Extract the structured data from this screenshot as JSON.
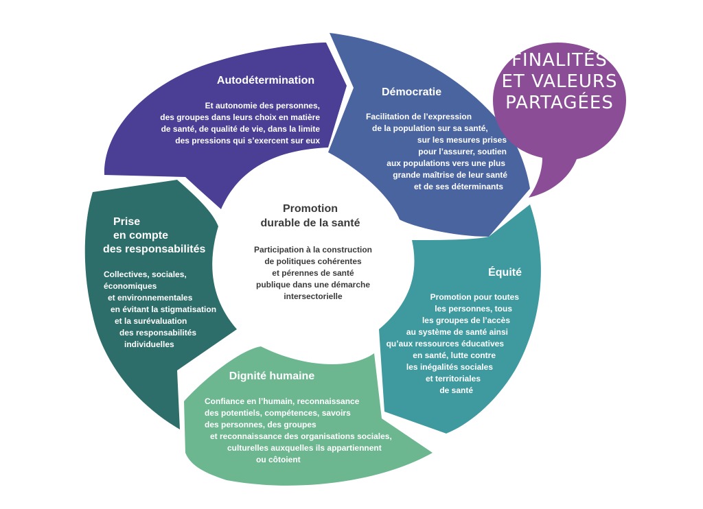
{
  "colors": {
    "autodetermination": "#4a3f94",
    "democratie": "#4a64a0",
    "equite": "#3f9aa0",
    "dignite": "#6cb790",
    "responsabilites": "#2e6e6a",
    "bubble": "#8b4d96",
    "center_text": "#3a3a3a"
  },
  "bubble": {
    "lines": [
      "FINALITÉS",
      "ET VALEURS",
      "PARTAGÉES"
    ]
  },
  "center": {
    "title_lines": [
      "Promotion",
      "durable de la santé"
    ],
    "body_lines": [
      "Participation à la construction",
      "de politiques cohérentes",
      "et pérennes de santé",
      "publique dans une démarche",
      "intersectorielle"
    ]
  },
  "segments": {
    "autodetermination": {
      "title_lines": [
        "Autodétermination"
      ],
      "body_lines": [
        "Et autonomie des personnes,",
        "des groupes dans leurs choix en matière",
        "de santé, de qualité de vie, dans la limite",
        "des pressions qui s’exercent sur eux"
      ]
    },
    "democratie": {
      "title_lines": [
        "Démocratie"
      ],
      "body_lines": [
        "Facilitation de l’expression",
        "de la population sur sa santé,",
        "sur les mesures prises",
        "pour l’assurer, soutien",
        "aux populations vers une plus",
        "grande maîtrise de leur santé",
        "et de ses déterminants"
      ]
    },
    "equite": {
      "title_lines": [
        "Équité"
      ],
      "body_lines": [
        "Promotion pour toutes",
        "les personnes, tous",
        "les groupes de l’accès",
        "au système de santé ainsi",
        "qu’aux ressources éducatives",
        "en santé, lutte contre",
        "les inégalités sociales",
        "et territoriales",
        "de santé"
      ]
    },
    "dignite": {
      "title_lines": [
        "Dignité humaine"
      ],
      "body_lines": [
        "Confiance en l’humain, reconnaissance",
        "des potentiels, compétences, savoirs",
        "des personnes,  des groupes",
        "et reconnaissance des organisations sociales,",
        "culturelles auxquelles ils appartiennent",
        "ou côtoient"
      ]
    },
    "responsabilites": {
      "title_lines": [
        "Prise",
        "en compte",
        "des responsabilités"
      ],
      "body_lines": [
        "Collectives, sociales,",
        "économiques",
        "et environnementales",
        "en évitant la stigmatisation",
        "et la surévaluation",
        "des responsabilités",
        "individuelles"
      ]
    }
  }
}
